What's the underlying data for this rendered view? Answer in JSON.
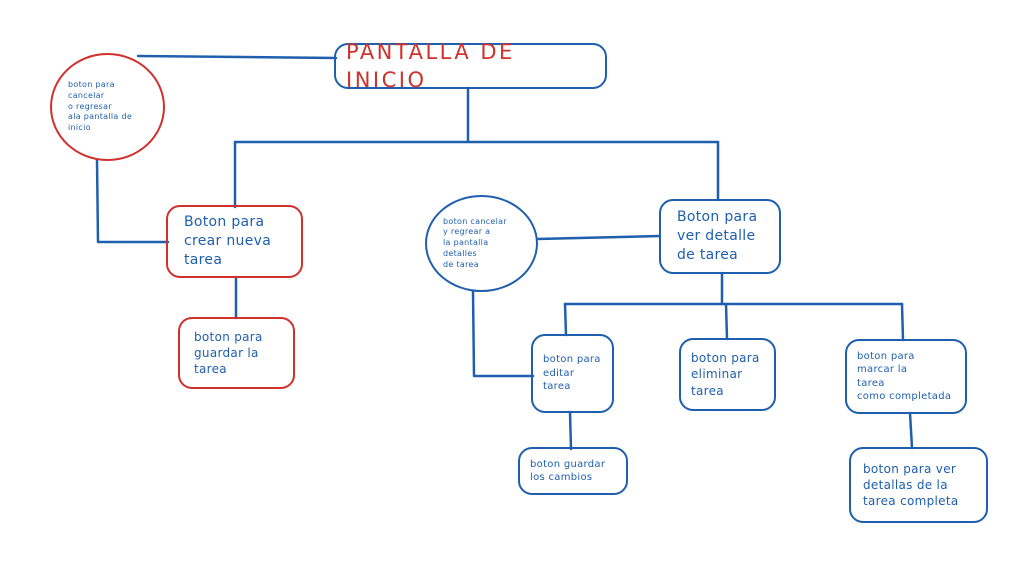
{
  "diagram": {
    "colors": {
      "blue": "#1f5fae",
      "red": "#d0312d"
    },
    "nodes": {
      "inicio": "PANTALLA DE INICIO",
      "cancelar_inicio": "boton para\ncancelar\no regresar\nala pantalla de\ninicio",
      "crear": "Boton para\ncrear nueva\ntarea",
      "guardar": "boton para\nguardar la\ntarea",
      "cancelar_detalles": "boton  cancelar\ny regrear a\nla pantalla\ndetalles\nde tarea",
      "ver_detalle": "Boton para\nver detalle\nde tarea",
      "editar": "boton para\neditar\ntarea",
      "eliminar": "boton para\neliminar\ntarea",
      "completada": "boton para\nmarcar la\ntarea\ncomo completada",
      "guardar_cambios": "boton guardar\nlos cambios",
      "ver_completa": "boton para ver\ndetallas de la\ntarea completa"
    }
  }
}
